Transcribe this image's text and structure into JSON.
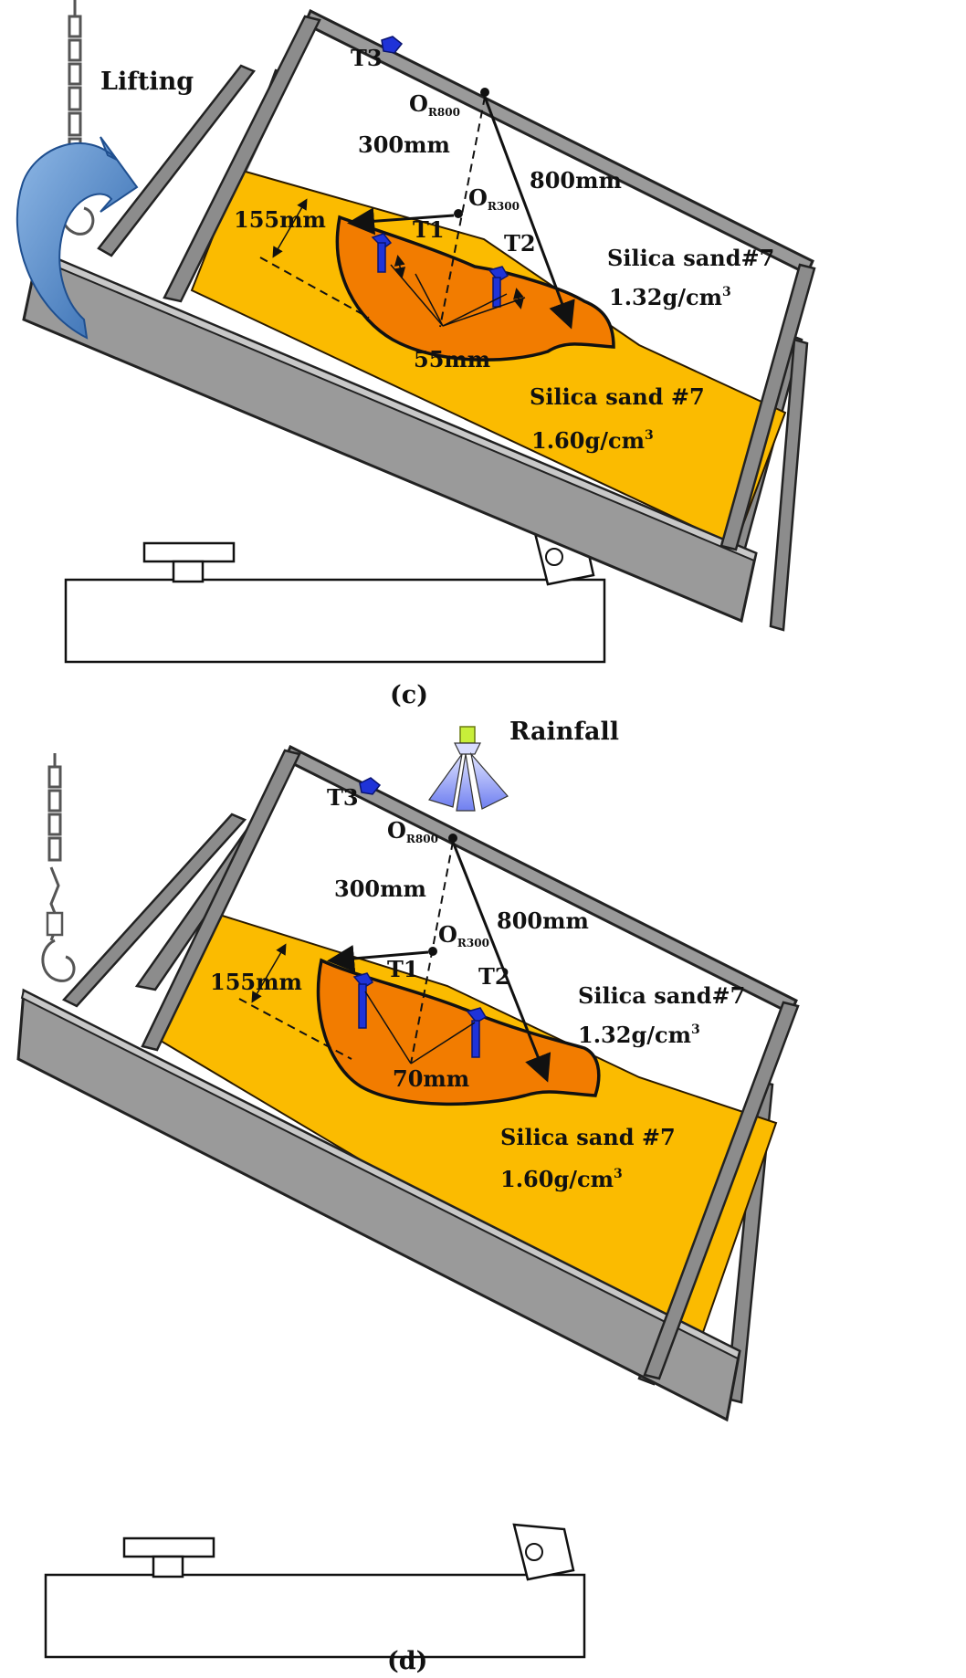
{
  "panel_c": {
    "caption": "(c)",
    "action_label": "Lifting",
    "sensor_t3": "T3",
    "sensor_t1": "T1",
    "sensor_t2": "T2",
    "center_r800": "O",
    "center_r800_sub": "R800",
    "center_r300": "O",
    "center_r300_sub": "R300",
    "dim_300": "300mm",
    "dim_800": "800mm",
    "dim_155": "155mm",
    "dim_depth": "55mm",
    "upper_layer_name": "Silica  sand#7",
    "upper_layer_density": "1.32g/cm",
    "lower_layer_name": "Silica sand #7",
    "lower_layer_density": "1.60g/cm",
    "density_exp": "3"
  },
  "panel_d": {
    "caption": "(d)",
    "action_label": "Rainfall",
    "sensor_t3": "T3",
    "sensor_t1": "T1",
    "sensor_t2": "T2",
    "center_r800": "O",
    "center_r800_sub": "R800",
    "center_r300": "O",
    "center_r300_sub": "R300",
    "dim_300": "300mm",
    "dim_800": "800mm",
    "dim_155": "155mm",
    "dim_depth": "70mm",
    "upper_layer_name": "Silica  sand#7",
    "upper_layer_density": "1.32g/cm",
    "lower_layer_name": "Silica sand #7",
    "lower_layer_density": "1.60g/cm",
    "density_exp": "3"
  },
  "colors": {
    "lower_sand": "#fbbb00",
    "slide_mass": "#f27c00",
    "sensor": "#1f33d8",
    "lifting_arrow": "#4f86c6",
    "rain_spray": "#7f8cf0",
    "nozzle": "#c8ee3a",
    "frame": "#9a9a9a"
  },
  "icons": {
    "lifting": "curved-arrow-icon",
    "hoist": "chain-hook-icon",
    "sprinkler": "spray-nozzle-icon",
    "sensor": "tensiometer-icon"
  }
}
